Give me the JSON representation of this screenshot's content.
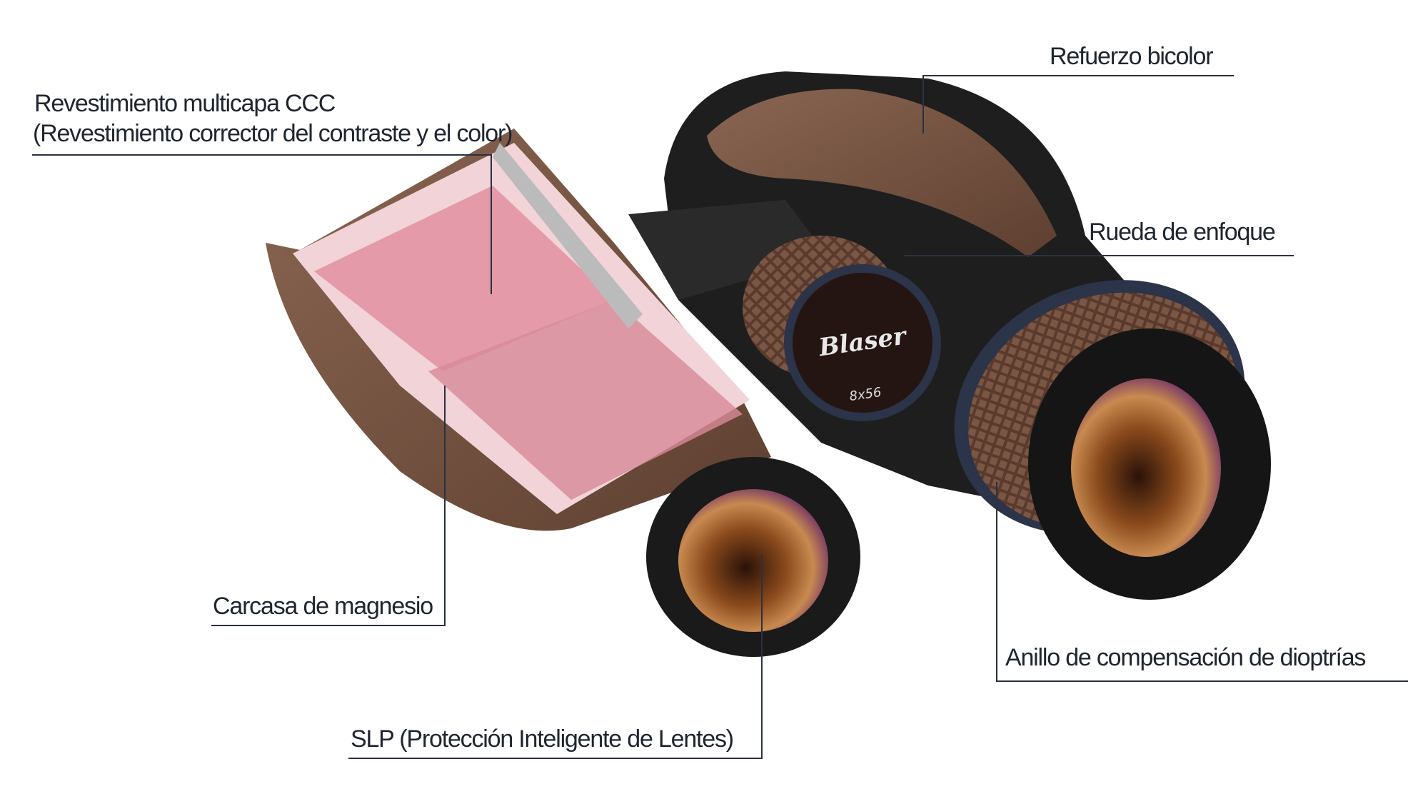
{
  "product": {
    "brand": "Blaser",
    "model": "8x56"
  },
  "labels": {
    "coating_line1": "Revestimiento multicapa CCC",
    "coating_line2": "(Revestimiento corrector del contraste y el color)",
    "two_tone": "Refuerzo bicolor",
    "focus_wheel": "Rueda de enfoque",
    "housing": "Carcasa de magnesio",
    "slp": "SLP (Protección Inteligente de Lentes)",
    "diopter": "Anillo de compensación de dioptrías"
  },
  "colors": {
    "text": "#1f2530",
    "brown": "#6e4d3c",
    "body": "#1c1c1c",
    "interior": "#e9a9b4"
  }
}
